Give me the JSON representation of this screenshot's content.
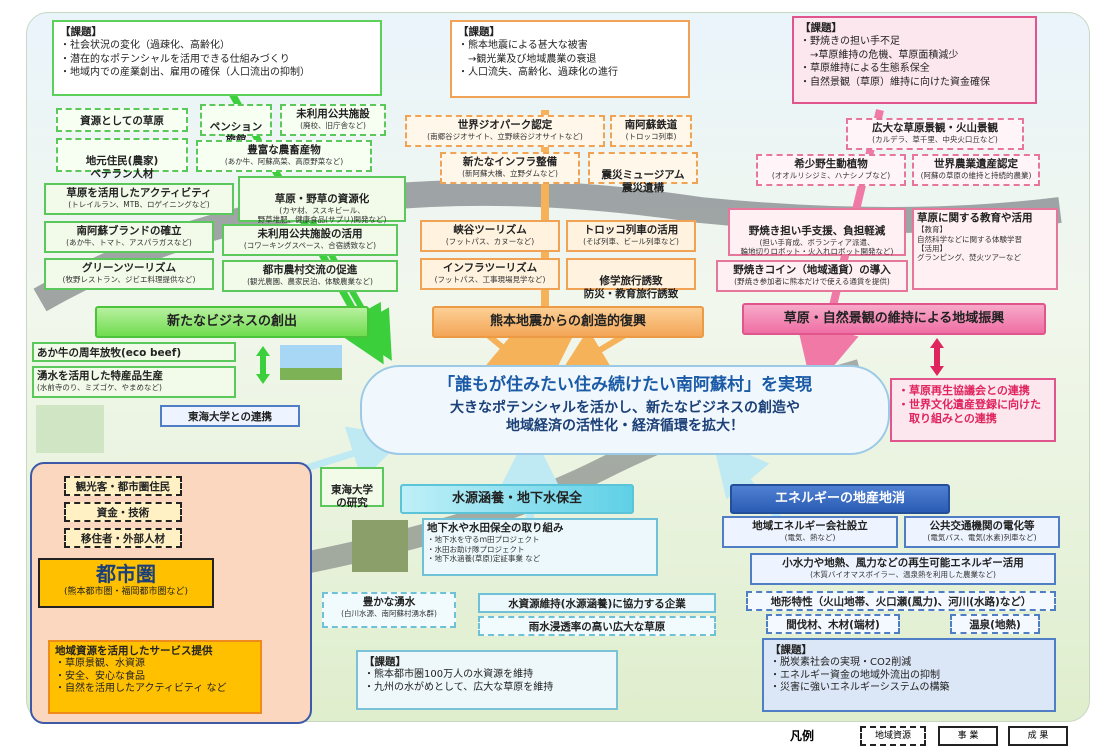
{
  "colors": {
    "green": "#5bd15b",
    "orange": "#f0a255",
    "pink": "#e0568c",
    "blue": "#4f7ec4",
    "cyan": "#7cc2d6"
  },
  "kadai_green": {
    "title": "【課題】",
    "items": [
      "・社会状況の変化（過疎化、高齢化）",
      "・潜在的なポテンシャルを活用できる仕組みづくり",
      "・地域内での産業創出、雇用の確保（人口流出の抑制）"
    ]
  },
  "kadai_orange": {
    "title": "【課題】",
    "items": [
      "・熊本地震による甚大な被害",
      "　→観光業及び地域農業の衰退",
      "・人口流失、高齢化、過疎化の進行"
    ]
  },
  "kadai_pink": {
    "title": "【課題】",
    "items": [
      "・野焼きの担い手不足",
      "　→草原維持の危機、草原面積減少",
      "・草原維持による生態系保全",
      "・自然景観（草原）維持に向けた資金確保"
    ]
  },
  "green_items": {
    "sougen": "資源としての草原",
    "pension": "ペンション\n旅館",
    "miriyou": {
      "t": "未利用公共施設",
      "s": "(廃校、旧庁舎など)"
    },
    "chiiki": {
      "t": "地元住民(農家)\nベテラン人材"
    },
    "housaku": {
      "t": "豊富な農畜産物",
      "s": "(あか牛、阿蘇高菜、高原野菜など)"
    },
    "activity": {
      "t": "草原を活用したアクティビティ",
      "s": "(トレイルラン、MTB、ロゲイニングなど)"
    },
    "shigenka": {
      "t": "草原・野草の資源化",
      "s": "(カヤ材、ススキビール、\n野草堆肥、健康食品(サプリ)開発など)"
    },
    "brand": {
      "t": "南阿蘇ブランドの確立",
      "s": "(あか牛、トマト、アスパラガスなど)"
    },
    "miriyou2": {
      "t": "未利用公共施設の活用",
      "s": "(コワーキングスペース、合宿誘致など)"
    },
    "green_tourism": {
      "t": "グリーンツーリズム",
      "s": "(牧野レストラン、ジビエ料理提供など)"
    },
    "toshinoson": {
      "t": "都市農村交流の促進",
      "s": "(観光農園、農家民泊、体験農業など)"
    }
  },
  "orange_items": {
    "geopark": {
      "t": "世界ジオパーク認定",
      "s": "(南郷谷ジオサイト、立野峡谷ジオサイトなど)"
    },
    "tetsudo": {
      "t": "南阿蘇鉄道",
      "s": "(トロッコ列車)"
    },
    "infra": {
      "t": "新たなインフラ整備",
      "s": "(新阿蘇大橋、立野ダムなど)"
    },
    "museum": {
      "t": "震災ミュージアム\n震災遺構"
    },
    "kyokoku": {
      "t": "峡谷ツーリズム",
      "s": "(フットパス、カヌーなど)"
    },
    "torokko": {
      "t": "トロッコ列車の活用",
      "s": "(そば列車、ビール列車など)"
    },
    "infratourism": {
      "t": "インフラツーリズム",
      "s": "(フットパス、工事現場見学など)"
    },
    "shugaku": {
      "t": "修学旅行誘致\n防災・教育旅行誘致"
    }
  },
  "pink_items": {
    "keikan": {
      "t": "広大な草原景観・火山景観",
      "s": "(カルデラ、草千里、中央火口丘など)"
    },
    "kisho": {
      "t": "希少野生動植物",
      "s": "(オオルリシジミ、ハナシノブなど)"
    },
    "nogyo": {
      "t": "世界農業遺産認定",
      "s": "(阿蘇の草原の維持と持続的農業)"
    },
    "ninaite": {
      "t": "野焼き担い手支援、負担軽減",
      "s": "(担い手育成、ボランティア派遣、\n輪地切りロボット・火入れロボット開発など)"
    },
    "kyoiku": {
      "t": "草原に関する教育や活用",
      "s1": "【教育】",
      "s2": "自然科学などに関する体験学習",
      "s3": "【活用】",
      "s4": "グランピング、焚火ツアーなど"
    },
    "coin": {
      "t": "野焼きコイン（地域通貨）の導入",
      "s": "(野焼き参加者に熊本だけで使える通貨を提供)"
    }
  },
  "banners": {
    "business": "新たなビジネスの創出",
    "fukko": "熊本地震からの創造的復興",
    "shinko": "草原・自然景観の維持による地域振興",
    "suigen": "水源涵養・地下水保全",
    "energy": "エネルギーの地産地消"
  },
  "center": {
    "title": "「誰もが住みたい住み続けたい南阿蘇村」を実現",
    "line1": "大きなポテンシャルを活かし、新たなビジネスの創造や",
    "line2": "地域経済の活性化・経済循環を拡大！"
  },
  "left_items": {
    "akaushi": "あか牛の周年放牧(eco beef)",
    "yusui": {
      "t": "湧水を活用した特産品生産",
      "s": "(水前寺のり、ミズゴケ、やまめなど)"
    },
    "tokai": "東海大学との連携",
    "tokai_kenkyu": "東海大学\nの研究"
  },
  "pink_right": {
    "items": [
      "・草原再生協議会との連携",
      "・世界文化遺産登録に向けた\n　取り組みとの連携"
    ]
  },
  "toshiken": {
    "kankou": "観光客・都市圏住民",
    "shikin": "資金・技術",
    "ijusha": "移住者・外部人材",
    "title": "都市圏",
    "sub": "(熊本都市圏・福岡都市圏など)",
    "service_title": "地域資源を活用したサービス提供",
    "service_items": [
      "・草原景観、水資源",
      "・安全、安心な食品",
      "・自然を活用したアクティビティ など"
    ]
  },
  "water_items": {
    "chikasui": {
      "t": "地下水や水田保全の取り組み",
      "items": [
        "・地下水を守るｍ田プロジェクト",
        "・水田お助け隊プロジェクト",
        "・地下水涵養(草原)定証事業 など"
      ]
    },
    "yusui": {
      "t": "豊かな湧水",
      "s": "(白川水源、南阿蘇村湧水群)"
    },
    "kigyo": "水資源維持(水源涵養)に協力する企業",
    "amamizu": "雨水浸透率の高い広大な草原",
    "kadai_title": "【課題】",
    "kadai_items": [
      "・熊本都市圏100万人の水資源を維持",
      "・九州の水がめとして、広大な草原を維持"
    ]
  },
  "energy_items": {
    "kaisha": {
      "t": "地域エネルギー会社設立",
      "s": "(電気、熱など)"
    },
    "kotsu": {
      "t": "公共交通機関の電化等",
      "s": "(電気バス、電気(水素)列車など)"
    },
    "saisei": {
      "t": "小水力や地熱、風力などの再生可能エネルギー活用",
      "s": "(木質バイオマスボイラー、温泉熱を利用した農業など)"
    },
    "chikei": "地形特性（火山地帯、火口瀬(風力)、河川(水路)など）",
    "kanbatsu": "間伐材、木材(端材)",
    "onsen": "温泉(地熱)",
    "kadai_title": "【課題】",
    "kadai_items": [
      "・脱炭素社会の実現・CO2削減",
      "・エネルギー資金の地域外流出の抑制",
      "・災害に強いエネルギーシステムの構築"
    ]
  },
  "legend": {
    "label": "凡例",
    "shigen": "地域資源",
    "jigyo": "事 業",
    "seika": "成 果"
  }
}
